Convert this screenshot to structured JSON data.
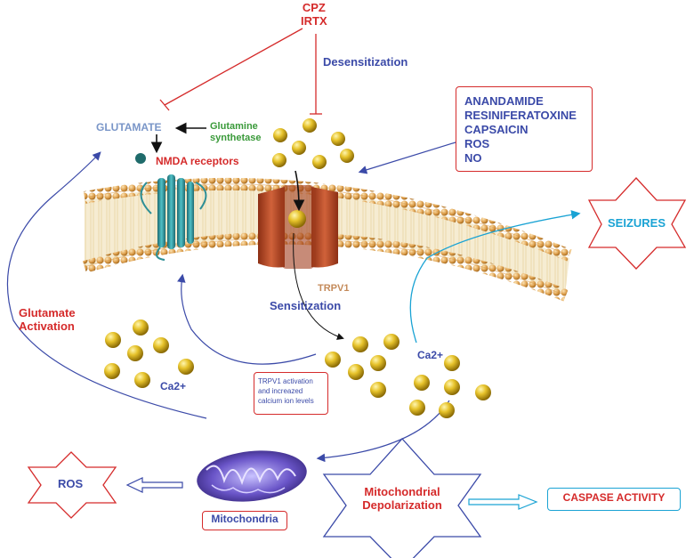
{
  "drugs": {
    "line1": "CPZ",
    "line2": "IRTX"
  },
  "desensitization": "Desensitization",
  "glutamate": "GLUTAMATE",
  "glutamine_synthetase": {
    "line1": "Glutamine",
    "line2": "synthetase"
  },
  "nmda_receptors": "NMDA receptors",
  "agonists": [
    "ANANDAMIDE",
    "RESINIFERATOXINE",
    "CAPSAICIN",
    "ROS",
    "NO"
  ],
  "seizures": "SEIZURES",
  "trpv1": "TRPV1",
  "sensitization": "Sensitization",
  "glutamate_activation": {
    "line1": "Glutamate",
    "line2": "Activation"
  },
  "ca_left": "Ca2+",
  "ca_right": "Ca2+",
  "trpv1_activation": {
    "line1": "TRPV1 activation",
    "line2": "and increazed",
    "line3": "calcium ion levels"
  },
  "ros_star": "ROS",
  "mitochondria": "Mitochondria",
  "mito_depol": {
    "line1": "Mitochondrial",
    "line2": "Depolarization"
  },
  "caspase": "CASPASE ACTIVITY",
  "colors": {
    "red": "#d52b2b",
    "blue": "#3b4aa8",
    "cyan": "#1aa3d4",
    "membrane": "#e2a24a",
    "channel": "#b94a2c",
    "ion": "#d9b21c",
    "receptor": "#2e8f96"
  }
}
